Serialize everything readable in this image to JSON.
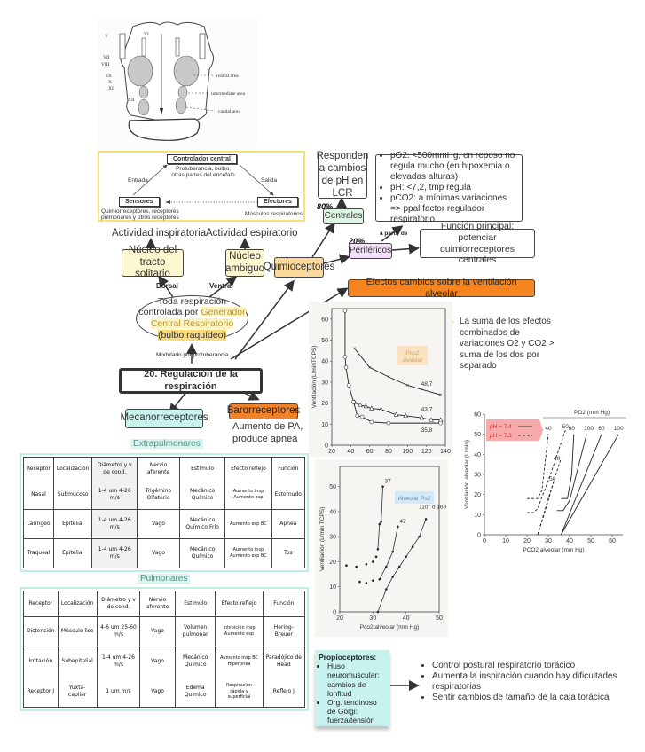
{
  "brainstem_figure": {
    "nerve_labels": [
      "V",
      "VI",
      "VII",
      "VIII",
      "IX",
      "X",
      "XI",
      "XII"
    ],
    "area_labels": [
      "rostral area",
      "intermediate area",
      "caudal area"
    ]
  },
  "control_loop": {
    "central": "Controlador central",
    "central_sub": "Protuberancia, bulbo, otras partes del encéfalo",
    "entrada": "Entrada",
    "salida": "Salida",
    "sensores": "Sensores",
    "sensores_sub": "Quimiorreceptores, receptores pulmonares y otros receptores",
    "efectores": "Efectores",
    "efectores_sub": "Músculos respiratorios"
  },
  "map": {
    "actividad_insp": "Actividad inspiratoria",
    "actividad_esp": "Actividad espiratorio",
    "nucleo_tracto": "Núcleo del tracto solitario",
    "nucleo_ambiguo": "Núcleo ambiguo",
    "dorsal": "Dorsal",
    "ventral": "Ventral",
    "generador_pre": "Toda respiración controlada por ",
    "generador_hl": "Generador Central Respiratorio",
    "generador_paren": "(bulbo raquídeo)",
    "modulado": "Modulado por protuberancia",
    "main_title": "20. Regulación de la respiración",
    "quimio": "Quimioceptores",
    "centrales": "Centrales",
    "centrales_pct": "80%",
    "centrales_note": "Responden a cambios de pH en LCR",
    "perifericos": "Periféricos",
    "perifericos_pct": "20%",
    "a_partir": "a partir de",
    "perifericos_bullets": [
      "pO2: <500mmHg, en reposo no regula mucho (en hipoxemia o elevadas alturas)",
      "pH: <7,2, tmp regula",
      "pCO2: a mínimas variaciones => ppal factor regulador respiratorio"
    ],
    "funcion": "Función principal: potenciar quimiorreceptores centrales",
    "efectos": "Efectos cambios sobre la ventilación alveolar",
    "suma_note": "La suma de los efectos combinados de variaciones O2 y CO2 > suma de los dos por separado",
    "mecano": "Mecanorreceptores",
    "baro": "Barorreceptores",
    "baro_note": "Aumento de PA, produce apnea",
    "extrapulmonares": "Extrapulmonares",
    "pulmonares": "Pulmonares",
    "proprio_title": "Propioceptores:",
    "proprio_bullets": [
      "Huso neuromuscular: cambios de lonfitud",
      "Org. tendinoso de Golgi: fuerza/tensión"
    ],
    "proprio_effects": [
      "Control postural respiratorio torácico",
      "Aumenta la inspiración cuando hay dificultades respiratorias",
      "Sentir cambios de tamaño de la caja torácica"
    ]
  },
  "tables": {
    "headers": [
      "Receptor",
      "Localización",
      "Diámetro y v de cond.",
      "Nervio aferente",
      "Estímulo",
      "Efecto reflejo",
      "Función"
    ],
    "extrapulmonares": [
      [
        "Nasal",
        "Submucoso",
        "1-4 um 4-26 m/s",
        "Trigémino Olfatorio",
        "Mecánico Químico",
        "Aumento insp Aumento esp",
        "Estornudo"
      ],
      [
        "Laríngeo",
        "Epitelial",
        "1-4 um 4-26 m/s",
        "Vago",
        "Mecánico Químico Frío",
        "Aumento esp BC",
        "Apnea"
      ],
      [
        "Traqueal",
        "Epitelial",
        "1-4 um 4-26 m/s",
        "Vago",
        "Mecánico Químico",
        "Aumento insp Aumento esp BC",
        "Tos"
      ]
    ],
    "pulmonares": [
      [
        "Distensión",
        "Músculo liso",
        "4-6 um 25-60 m/s",
        "Vago",
        "Volumen pulmonar",
        "Inhibición insp Aumento esp",
        "Hering-Breuer"
      ],
      [
        "Irritación",
        "Subepitelial",
        "1-4 um 4-26 m/s",
        "Vago",
        "Mecánico Químico",
        "Aumento insp BC Hiperpnea",
        "Paradójico de Head"
      ],
      [
        "Receptor J",
        "Yuxta-capilar",
        "1 um m/s",
        "Vago",
        "Edema Químico",
        "Respiración rápida y superficial",
        "Reflejo J"
      ]
    ]
  },
  "chart_data": [
    {
      "type": "line",
      "title": "",
      "xlabel": "",
      "ylabel": "Ventilación (L/minTCPS)",
      "xlim": [
        20,
        140
      ],
      "ylim": [
        0,
        65
      ],
      "xticks": [
        20,
        40,
        60,
        80,
        100,
        120,
        140
      ],
      "yticks": [
        0,
        10,
        20,
        30,
        40,
        50,
        60
      ],
      "annotation": "Pco2 alveolar",
      "series": [
        {
          "name": "48,7",
          "marker": "x",
          "x": [
            44,
            60,
            80,
            100,
            115,
            135
          ],
          "y": [
            46,
            37,
            32.5,
            28.5,
            26.5,
            24
          ]
        },
        {
          "name": "43,7",
          "marker": "triangle",
          "x": [
            44,
            50,
            56,
            62,
            72,
            88,
            98,
            115,
            125,
            135
          ],
          "y": [
            20.5,
            19,
            18.5,
            17.5,
            17,
            14.5,
            14,
            13,
            12,
            12
          ]
        },
        {
          "name": "35,8",
          "marker": "circle",
          "x": [
            34,
            34,
            35,
            38,
            43,
            47,
            52,
            62,
            80,
            135
          ],
          "y": [
            64,
            42,
            37,
            28.5,
            20.5,
            14,
            13.5,
            11,
            10.5,
            10.5
          ]
        }
      ]
    },
    {
      "type": "scatter",
      "xlabel": "Pco2 alveolar (mm Hg)",
      "ylabel": "Ventilación (L/min TCPS)",
      "xlim": [
        20,
        50
      ],
      "ylim": [
        0,
        58
      ],
      "xticks": [
        20,
        30,
        40,
        50
      ],
      "yticks": [
        0,
        10,
        20,
        30,
        40,
        50
      ],
      "annotation": "Alveolar Po2",
      "series": [
        {
          "name": "37",
          "x": [
            22,
            25,
            28,
            30,
            31,
            31.5,
            32,
            32.5,
            33
          ],
          "y": [
            18.5,
            18,
            19,
            20,
            22,
            25,
            35,
            36,
            50
          ]
        },
        {
          "name": "47",
          "x": [
            26,
            28,
            30,
            32,
            34,
            36,
            37.5
          ],
          "y": [
            12,
            11.5,
            12.5,
            13,
            18,
            24,
            34
          ]
        },
        {
          "name": "110° o 169 ×",
          "x": [
            31.5,
            34,
            36,
            38,
            40,
            42,
            44,
            46
          ],
          "y": [
            0,
            9,
            14,
            18,
            22,
            26,
            30,
            37
          ]
        }
      ]
    },
    {
      "type": "line",
      "xlabel": "PCO2 alveolar (mm Hg)",
      "ylabel": "Ventilación alveolar (L/min)",
      "xlim": [
        0,
        65
      ],
      "ylim": [
        0,
        60
      ],
      "xticks": [
        0,
        10,
        20,
        30,
        40,
        50,
        60
      ],
      "yticks": [
        0,
        10,
        20,
        30,
        40,
        50,
        60
      ],
      "legend": [
        "pH = 7.4 (solid)",
        "pH = 7.3 (dashed)"
      ],
      "legend_title": "PO2 (mm Hg)",
      "series": [
        {
          "name": "40 pH7.3",
          "dash": true,
          "x": [
            20,
            25,
            27,
            30
          ],
          "y": [
            18,
            18,
            22,
            50
          ]
        },
        {
          "name": "50 pH7.3",
          "dash": true,
          "x": [
            20,
            23,
            25,
            31,
            38
          ],
          "y": [
            11,
            11,
            13,
            30,
            52
          ]
        },
        {
          "name": "60 pH7.3",
          "dash": true,
          "x": [
            25,
            30,
            36
          ],
          "y": [
            0,
            18,
            38
          ]
        },
        {
          "name": "100 pH7.3",
          "dash": true,
          "x": [
            25,
            28,
            33
          ],
          "y": [
            0,
            10,
            28
          ]
        },
        {
          "name": "40 pH7.4",
          "dash": false,
          "x": [
            36,
            39,
            41,
            42
          ],
          "y": [
            18,
            18,
            30,
            50
          ]
        },
        {
          "name": "50 pH7.4",
          "dash": false,
          "x": [
            34,
            37,
            40,
            48
          ],
          "y": [
            12,
            12,
            17,
            50
          ]
        },
        {
          "name": "60 pH7.4",
          "dash": false,
          "x": [
            36,
            55
          ],
          "y": [
            0,
            50
          ]
        },
        {
          "name": "100 pH7.4",
          "dash": false,
          "x": [
            36,
            63
          ],
          "y": [
            0,
            50
          ]
        }
      ],
      "curve_labels": [
        "40",
        "50",
        "40",
        "50",
        "60",
        "100",
        "60",
        "100"
      ]
    }
  ],
  "colors": {
    "yellow_box": "#fdf7cf",
    "green_box": "#ddf5e2",
    "purple_box": "#f3dff8",
    "orange_box": "#fbd99d",
    "orange_bar": "#f6851f",
    "teal_box": "#c8f2ee",
    "brown_box": "#f0822a",
    "pink_legend": "#f6aaa9",
    "blue_tag": "#d5e8f7"
  }
}
